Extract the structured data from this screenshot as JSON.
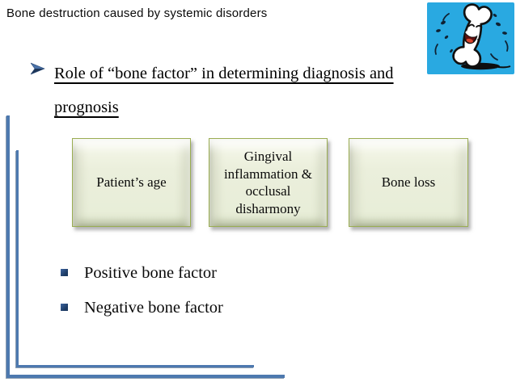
{
  "slide": {
    "title": "Bone destruction caused by systemic disorders"
  },
  "main_bullet": {
    "text": "Role of “bone factor” in determining diagnosis and prognosis"
  },
  "factor_boxes": [
    {
      "label": "Patient’s age"
    },
    {
      "label": "Gingival inflammation & occlusal disharmony"
    },
    {
      "label": "Bone loss"
    }
  ],
  "sub_bullets": [
    {
      "text": "Positive bone factor"
    },
    {
      "text": "Negative bone factor"
    }
  ],
  "icons": {
    "bone_cartoon": "laughing-bone-cartoon-icon",
    "main_bullet_marker": "arrow-bullet-icon",
    "sub_bullet_marker": "square-bullet-icon"
  },
  "colors": {
    "frame_line_blue": "#4d79af",
    "bullet_navy": "#24456e",
    "box_fill": "#e8eedb",
    "box_border": "#9aad52",
    "bone_image_background": "#29a9e1",
    "text": "#0a0a0a"
  }
}
